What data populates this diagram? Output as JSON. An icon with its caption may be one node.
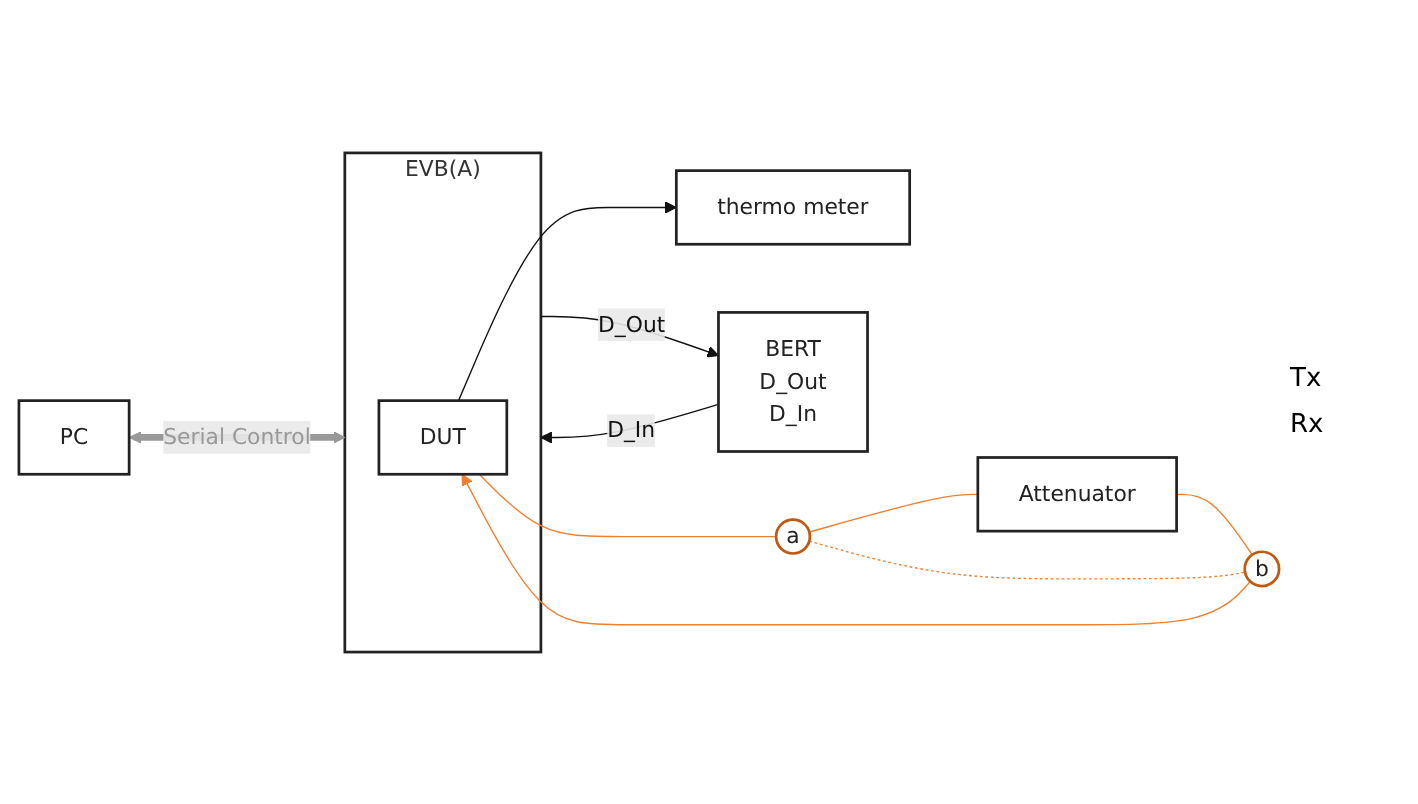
{
  "diagram": {
    "nodes": [
      {
        "text": [
          "PC"
        ]
      },
      {
        "text": [
          "thermo meter"
        ]
      },
      {
        "text": [
          "EVB(A)"
        ]
      },
      {
        "text": [
          "BERT",
          "D_Out",
          "D_In"
        ]
      },
      {
        "text": [
          "DUT"
        ],
        "in": 2
      },
      {
        "text": [
          "a"
        ]
      },
      {
        "text": [
          "b"
        ]
      },
      {
        "text": [
          "Attenuator"
        ]
      }
    ],
    "edges": [
      {
        "from": 3,
        "to": 2,
        "arrow": "to",
        "label": "D_In",
        "color": "#111111"
      },
      {
        "from": 2,
        "to": 3,
        "arrow": "to",
        "label": "D_Out",
        "color": "#111111"
      },
      {
        "from": 4,
        "to": 1,
        "arrow": "to",
        "color": "#111111"
      },
      {
        "from": 0,
        "to": 2,
        "arrow": "both",
        "label": "Serial Control",
        "style": "thick",
        "color": "#999999"
      },
      {
        "from": 4,
        "to": 5,
        "arrow": "none",
        "color": "#f08030"
      },
      {
        "from": 5,
        "to": 7,
        "arrow": "none",
        "color": "#f08030"
      },
      {
        "from": 7,
        "to": 6,
        "arrow": "none",
        "color": "#f08030"
      },
      {
        "from": 6,
        "to": 4,
        "arrow": "to",
        "color": "#f08030"
      },
      {
        "from": 5,
        "to": 6,
        "arrow": "none",
        "style": "dashed",
        "color": "#f08030"
      }
    ],
    "labels": [
      "Tx",
      "Rx"
    ]
  }
}
